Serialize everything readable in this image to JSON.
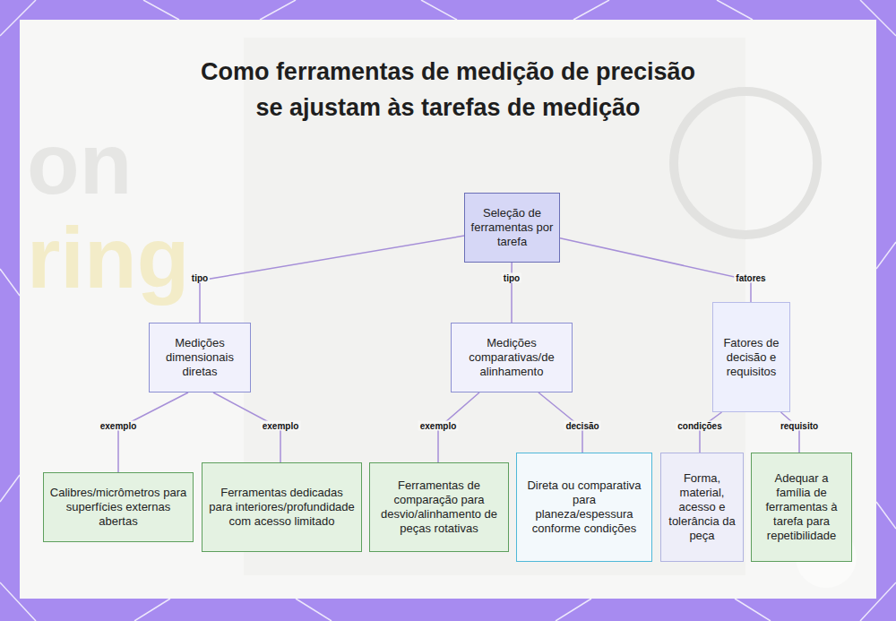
{
  "diagram": {
    "title": "Como ferramentas de medição de precisão se ajustam às tarefas de medição",
    "nodes": [
      {
        "text": [
          "Seleção de ferramentas por tarefa"
        ]
      },
      {
        "text": [
          "Medições dimensionais diretas"
        ]
      },
      {
        "text": [
          "Medições comparativas/de alinhamento"
        ]
      },
      {
        "text": [
          "Fatores de decisão e requisitos"
        ]
      },
      {
        "text": [
          "Calibres/micrômetros para superfícies externas abertas"
        ]
      },
      {
        "text": [
          "Ferramentas dedicadas para interiores/profundidade com acesso limitado"
        ]
      },
      {
        "text": [
          "Ferramentas de comparação para desvio/alinhamento de peças rotativas"
        ]
      },
      {
        "text": [
          "Direta ou comparativa para planeza/espessura conforme condições"
        ]
      },
      {
        "text": [
          "Forma, material, acesso e tolerância da peça"
        ]
      },
      {
        "text": [
          "Adequar a família de ferramentas à tarefa para repetibilidade"
        ]
      }
    ],
    "edges": [
      {
        "from": 0,
        "to": 1,
        "label": "tipo",
        "arrow": "none"
      },
      {
        "from": 0,
        "to": 2,
        "label": "tipo",
        "arrow": "none"
      },
      {
        "from": 0,
        "to": 3,
        "label": "fatores",
        "arrow": "none"
      },
      {
        "from": 1,
        "to": 4,
        "label": "exemplo",
        "arrow": "none"
      },
      {
        "from": 1,
        "to": 5,
        "label": "exemplo",
        "arrow": "none"
      },
      {
        "from": 2,
        "to": 6,
        "label": "exemplo",
        "arrow": "none"
      },
      {
        "from": 2,
        "to": 7,
        "label": "decisão",
        "arrow": "none"
      },
      {
        "from": 3,
        "to": 8,
        "label": "condições",
        "arrow": "none"
      },
      {
        "from": 3,
        "to": 9,
        "label": "requisito",
        "arrow": "none"
      }
    ],
    "labels": [
      "on",
      "ring"
    ]
  }
}
